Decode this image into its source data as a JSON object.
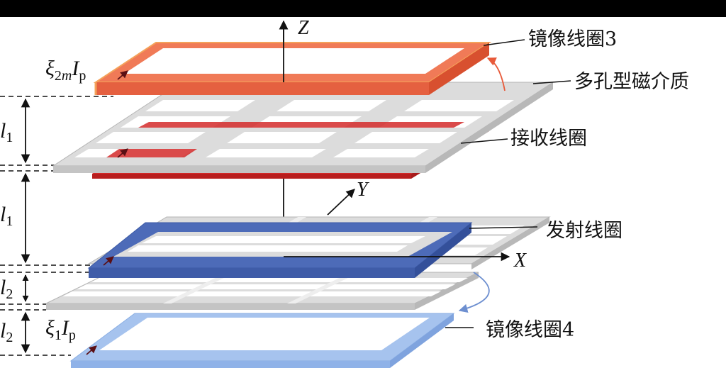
{
  "labels": {
    "image_coil_3": "镜像线圈3",
    "porous_medium": "多孔型磁介质",
    "receiving_coil": "接收线圈",
    "transmitting_coil": "发射线圈",
    "image_coil_4": "镜像线圈4"
  },
  "axes": {
    "x": "X",
    "y": "Y",
    "z": "Z"
  },
  "currents": {
    "top": {
      "symbol": "ξ",
      "sub1": "2",
      "sub2": "m",
      "I": "I",
      "p": "p"
    },
    "bottom": {
      "symbol": "ξ",
      "sub1": "1",
      "I": "I",
      "p": "p"
    }
  },
  "dimensions": {
    "l1": {
      "base": "l",
      "sub": "1"
    },
    "l2": {
      "base": "l",
      "sub": "2"
    }
  },
  "colors": {
    "image_coil_3": "#f07a57",
    "receiving_coil": "#d42a2a",
    "transmitting_coil": "#4d6bb8",
    "image_coil_4": "#a6c3ee",
    "porous_medium": "#d3d3d3"
  }
}
